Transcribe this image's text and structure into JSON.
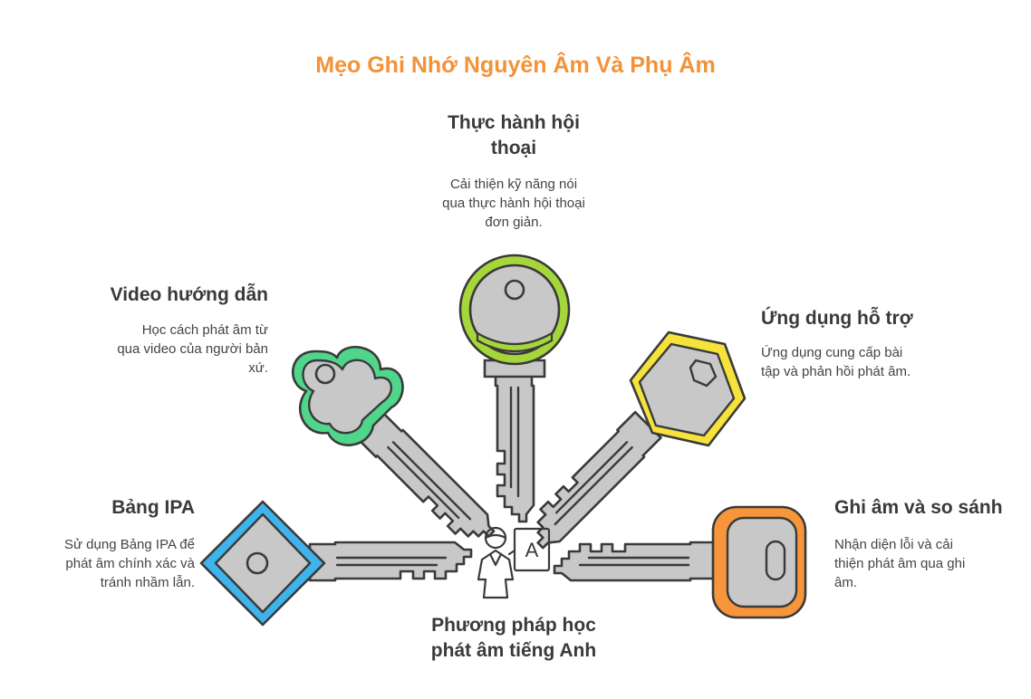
{
  "title": "Mẹo Ghi Nhớ Nguyên Âm Và Phụ Âm",
  "center": {
    "label_line1": "Phương pháp học",
    "label_line2": "phát âm tiếng Anh",
    "icon": "teacher-board-icon",
    "board_letter": "A"
  },
  "items": {
    "conversation": {
      "heading_line1": "Thực hành hội",
      "heading_line2": "thoại",
      "desc_line1": "Cải thiện kỹ năng nói",
      "desc_line2": "qua thực hành hội thoại",
      "desc_line3": "đơn giản.",
      "color": "#a5d63a"
    },
    "video": {
      "heading": "Video hướng dẫn",
      "desc_line1": "Học cách phát âm từ",
      "desc_line2": "qua video của người bản",
      "desc_line3": "xứ.",
      "color": "#4fd68a"
    },
    "app": {
      "heading": "Ứng dụng hỗ trợ",
      "desc_line1": "Ứng dụng cung cấp bài",
      "desc_line2": "tập và phản hồi phát âm.",
      "color": "#f5e23a"
    },
    "ipa": {
      "heading": "Bảng IPA",
      "desc_line1": "Sử dụng Bảng IPA để",
      "desc_line2": "phát âm chính xác và",
      "desc_line3": "tránh nhầm lẫn.",
      "color": "#3fb3ec"
    },
    "record": {
      "heading": "Ghi âm và so sánh",
      "desc_line1": "Nhận diện lỗi và cải",
      "desc_line2": "thiện phát âm qua ghi",
      "desc_line3": "âm.",
      "color": "#f7953a"
    }
  }
}
